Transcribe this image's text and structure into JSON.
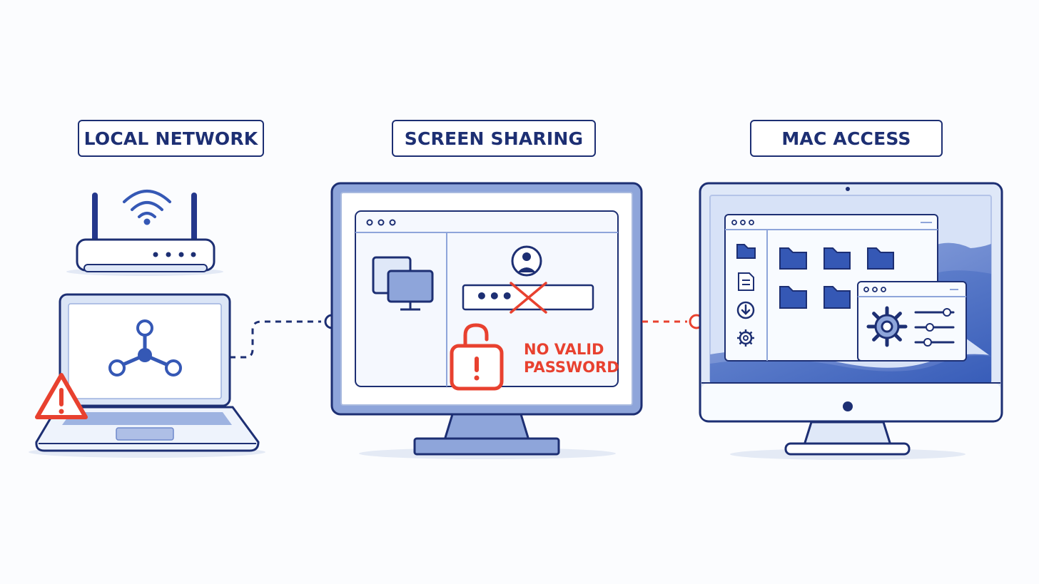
{
  "labels": {
    "local_network": "LOCAL NETWORK",
    "screen_sharing": "SCREEN SHARING",
    "mac_access": "MAC ACCESS"
  },
  "login": {
    "password_mask": "•••",
    "error_line_1": "NO VALID",
    "error_line_2": "PASSWORD"
  },
  "icons": {
    "router": "wifi-router-icon",
    "laptop": "laptop-icon",
    "network": "network-nodes-icon",
    "warning": "warning-triangle-icon",
    "remote_monitor": "monitor-screen-sharing-icon",
    "user": "user-avatar-icon",
    "unlock": "unlocked-padlock-icon",
    "mac": "imac-icon",
    "folder": "folder-icon",
    "document": "document-icon",
    "download": "download-icon",
    "settings": "gear-icon",
    "sliders": "settings-sliders-icon"
  },
  "colors": {
    "navy": "#1d2f73",
    "blue": "#3558b5",
    "light_blue": "#dfe8f8",
    "error_red": "#e8412f"
  }
}
